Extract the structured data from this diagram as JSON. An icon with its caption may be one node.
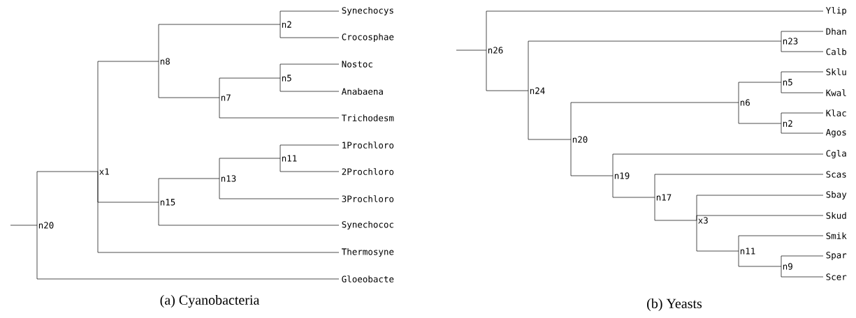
{
  "diagram": {
    "nodes": [
      {
        "text": [
          "n20"
        ]
      },
      {
        "text": [
          "x1"
        ]
      },
      {
        "text": [
          "n8"
        ]
      },
      {
        "text": [
          "n2"
        ]
      },
      {
        "text": [
          "Synechocys"
        ]
      },
      {
        "text": [
          "Crocosphae"
        ]
      },
      {
        "text": [
          "n7"
        ]
      },
      {
        "text": [
          "n5"
        ]
      },
      {
        "text": [
          "Nostoc"
        ]
      },
      {
        "text": [
          "Anabaena"
        ]
      },
      {
        "text": [
          "Trichodesm"
        ]
      },
      {
        "text": [
          "n15"
        ]
      },
      {
        "text": [
          "n13"
        ]
      },
      {
        "text": [
          "n11"
        ]
      },
      {
        "text": [
          "1Prochloro"
        ]
      },
      {
        "text": [
          "2Prochloro"
        ]
      },
      {
        "text": [
          "3Prochloro"
        ]
      },
      {
        "text": [
          "Synechococ"
        ]
      },
      {
        "text": [
          "Thermosyne"
        ]
      },
      {
        "text": [
          "Gloeobacte"
        ]
      },
      {
        "text": [
          "n26"
        ]
      },
      {
        "text": [
          "Ylip"
        ]
      },
      {
        "text": [
          "n24"
        ]
      },
      {
        "text": [
          "n23"
        ]
      },
      {
        "text": [
          "Dhan"
        ]
      },
      {
        "text": [
          "Calb"
        ]
      },
      {
        "text": [
          "n20"
        ]
      },
      {
        "text": [
          "n6"
        ]
      },
      {
        "text": [
          "n5"
        ]
      },
      {
        "text": [
          "Sklu"
        ]
      },
      {
        "text": [
          "Kwal"
        ]
      },
      {
        "text": [
          "n2"
        ]
      },
      {
        "text": [
          "Klac"
        ]
      },
      {
        "text": [
          "Agos"
        ]
      },
      {
        "text": [
          "n19"
        ]
      },
      {
        "text": [
          "Cgla"
        ]
      },
      {
        "text": [
          "n17"
        ]
      },
      {
        "text": [
          "Scas"
        ]
      },
      {
        "text": [
          "x3"
        ]
      },
      {
        "text": [
          "Sbay"
        ]
      },
      {
        "text": [
          "Skud"
        ]
      },
      {
        "text": [
          "n11"
        ]
      },
      {
        "text": [
          "Smik"
        ]
      },
      {
        "text": [
          "n9"
        ]
      },
      {
        "text": [
          "Spar"
        ]
      },
      {
        "text": [
          "Scer"
        ]
      }
    ],
    "edges": [
      {
        "from": null,
        "to": 0,
        "arrow": "none"
      },
      {
        "from": 0,
        "to": 1,
        "arrow": "none"
      },
      {
        "from": 0,
        "to": 19,
        "arrow": "none"
      },
      {
        "from": 1,
        "to": 2,
        "arrow": "none"
      },
      {
        "from": 1,
        "to": 11,
        "arrow": "none"
      },
      {
        "from": 1,
        "to": 18,
        "arrow": "none"
      },
      {
        "from": 2,
        "to": 3,
        "arrow": "none"
      },
      {
        "from": 2,
        "to": 6,
        "arrow": "none"
      },
      {
        "from": 3,
        "to": 4,
        "arrow": "none"
      },
      {
        "from": 3,
        "to": 5,
        "arrow": "none"
      },
      {
        "from": 6,
        "to": 7,
        "arrow": "none"
      },
      {
        "from": 6,
        "to": 10,
        "arrow": "none"
      },
      {
        "from": 7,
        "to": 8,
        "arrow": "none"
      },
      {
        "from": 7,
        "to": 9,
        "arrow": "none"
      },
      {
        "from": 11,
        "to": 12,
        "arrow": "none"
      },
      {
        "from": 11,
        "to": 17,
        "arrow": "none"
      },
      {
        "from": 12,
        "to": 13,
        "arrow": "none"
      },
      {
        "from": 12,
        "to": 16,
        "arrow": "none"
      },
      {
        "from": 13,
        "to": 14,
        "arrow": "none"
      },
      {
        "from": 13,
        "to": 15,
        "arrow": "none"
      },
      {
        "from": null,
        "to": 20,
        "arrow": "none"
      },
      {
        "from": 20,
        "to": 21,
        "arrow": "none"
      },
      {
        "from": 20,
        "to": 22,
        "arrow": "none"
      },
      {
        "from": 22,
        "to": 23,
        "arrow": "none"
      },
      {
        "from": 22,
        "to": 26,
        "arrow": "none"
      },
      {
        "from": 23,
        "to": 24,
        "arrow": "none"
      },
      {
        "from": 23,
        "to": 25,
        "arrow": "none"
      },
      {
        "from": 26,
        "to": 27,
        "arrow": "none"
      },
      {
        "from": 26,
        "to": 34,
        "arrow": "none"
      },
      {
        "from": 27,
        "to": 28,
        "arrow": "none"
      },
      {
        "from": 27,
        "to": 31,
        "arrow": "none"
      },
      {
        "from": 28,
        "to": 29,
        "arrow": "none"
      },
      {
        "from": 28,
        "to": 30,
        "arrow": "none"
      },
      {
        "from": 31,
        "to": 32,
        "arrow": "none"
      },
      {
        "from": 31,
        "to": 33,
        "arrow": "none"
      },
      {
        "from": 34,
        "to": 35,
        "arrow": "none"
      },
      {
        "from": 34,
        "to": 36,
        "arrow": "none"
      },
      {
        "from": 36,
        "to": 37,
        "arrow": "none"
      },
      {
        "from": 36,
        "to": 38,
        "arrow": "none"
      },
      {
        "from": 38,
        "to": 39,
        "arrow": "none"
      },
      {
        "from": 38,
        "to": 40,
        "arrow": "none"
      },
      {
        "from": 38,
        "to": 41,
        "arrow": "none"
      },
      {
        "from": 41,
        "to": 42,
        "arrow": "none"
      },
      {
        "from": 41,
        "to": 43,
        "arrow": "none"
      },
      {
        "from": 43,
        "to": 44,
        "arrow": "none"
      },
      {
        "from": 43,
        "to": 45,
        "arrow": "none"
      }
    ],
    "labels": [
      "(a) Cyanobacteria",
      "(b) Yeasts"
    ]
  }
}
